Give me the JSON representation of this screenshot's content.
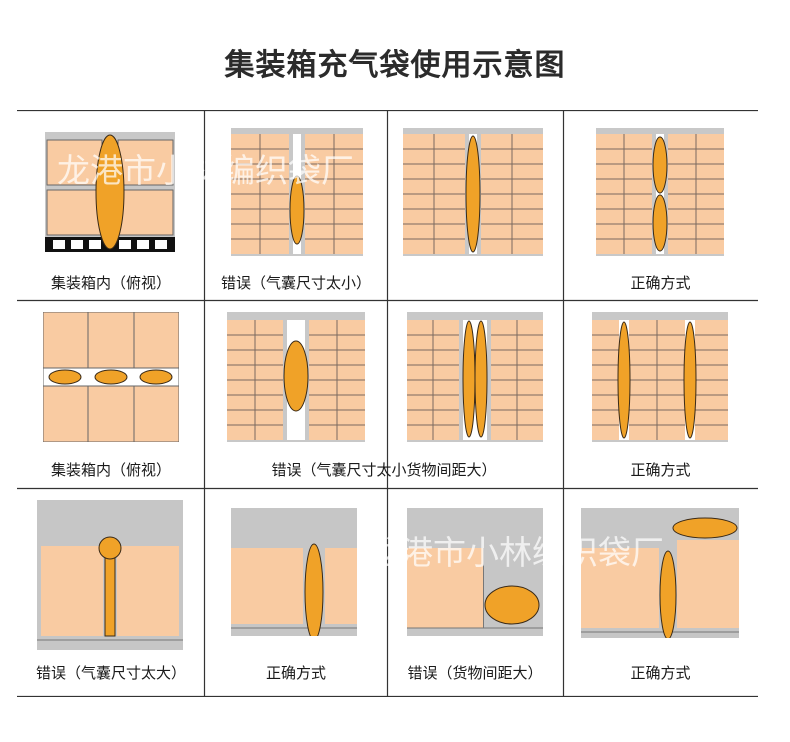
{
  "title": "集装箱充气袋使用示意图",
  "watermark": "龙港市小林编织袋厂",
  "colors": {
    "box": "#f9cba2",
    "box_line": "#7a6a60",
    "bag": "#f0a228",
    "bag_line": "#3a2a18",
    "wall": "#c6c6c6",
    "grid_line": "#333333"
  },
  "captions": {
    "r1c1": "集装箱内（俯视）",
    "r1c2": "错误（气囊尺寸太小）",
    "r1c3": "正确方式",
    "r2c1": "集装箱内（俯视）",
    "r2c2": "错误（气囊尺寸太小货物间距大）",
    "r2c3": "正确方式",
    "r3c1": "错误（气囊尺寸太大）",
    "r3c2": "正确方式",
    "r3c3": "错误（货物间距大）",
    "r3c4": "正确方式"
  }
}
